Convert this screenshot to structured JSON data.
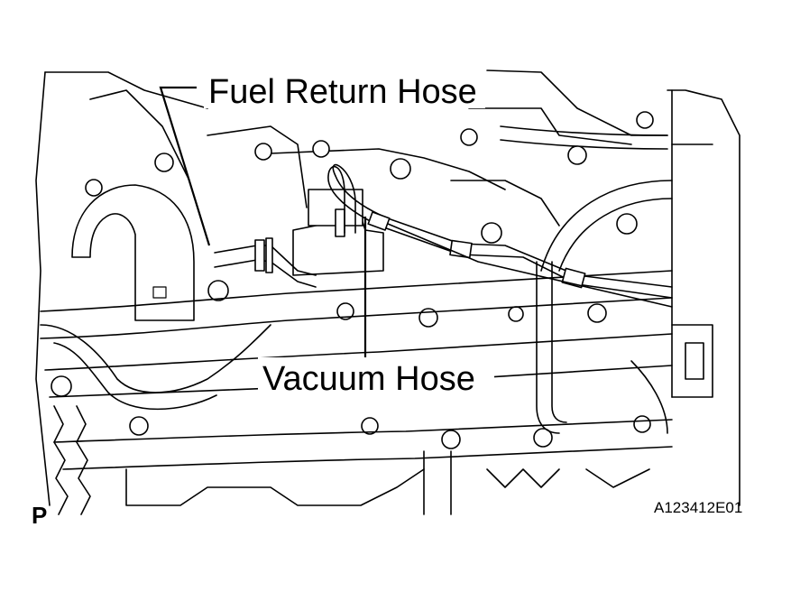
{
  "labels": {
    "fuel_return_hose": "Fuel Return Hose",
    "vacuum_hose": "Vacuum Hose"
  },
  "view_marker": "P",
  "figure_code": "A123412E01",
  "colors": {
    "ink": "#000000",
    "background": "#ffffff"
  }
}
